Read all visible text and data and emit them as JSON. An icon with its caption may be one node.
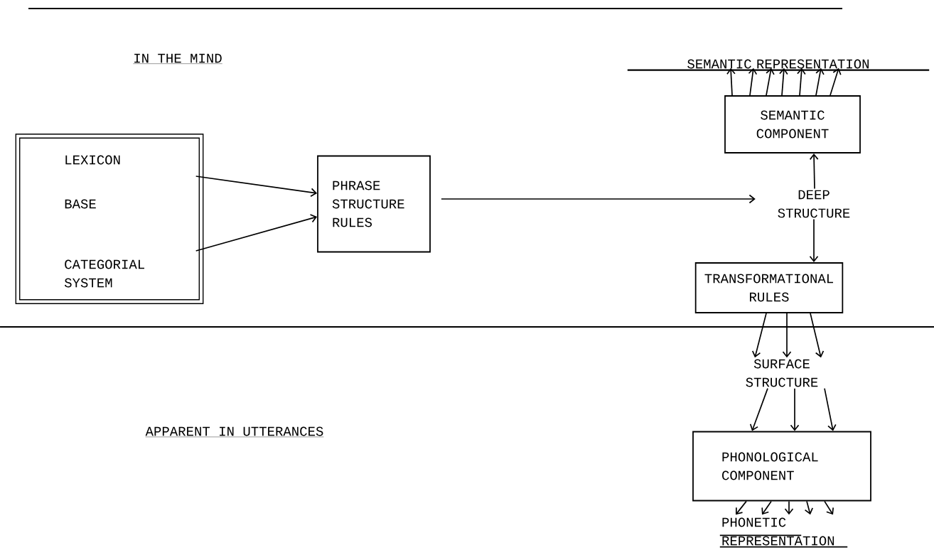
{
  "diagram": {
    "nodes": [
      {
        "text": [
          "LEXICON",
          "BASE",
          "CATEGORIAL SYSTEM"
        ]
      },
      {
        "text": [
          "PHRASE STRUCTURE RULES"
        ]
      },
      {
        "text": [
          "DEEP STRUCTURE"
        ]
      },
      {
        "text": [
          "SEMANTIC COMPONENT"
        ]
      },
      {
        "text": [
          "SEMANTIC REPRESENTATION"
        ]
      },
      {
        "text": [
          "TRANSFORMATIONAL RULES"
        ]
      },
      {
        "text": [
          "SURFACE STRUCTURE"
        ]
      },
      {
        "text": [
          "PHONOLOGICAL COMPONENT"
        ]
      },
      {
        "text": [
          "PHONETIC REPRESENTATION"
        ]
      }
    ],
    "edges": [
      {
        "from": 0,
        "to": 1,
        "arrow": "to"
      },
      {
        "from": 0,
        "to": 1,
        "arrow": "to"
      },
      {
        "from": 1,
        "to": 2,
        "arrow": "to"
      },
      {
        "from": 2,
        "to": 3,
        "arrow": "to"
      },
      {
        "from": 3,
        "to": 4,
        "arrow": "to"
      },
      {
        "from": 3,
        "to": 4,
        "arrow": "to"
      },
      {
        "from": 3,
        "to": 4,
        "arrow": "to"
      },
      {
        "from": 3,
        "to": 4,
        "arrow": "to"
      },
      {
        "from": 3,
        "to": 4,
        "arrow": "to"
      },
      {
        "from": 3,
        "to": 4,
        "arrow": "to"
      },
      {
        "from": 3,
        "to": 4,
        "arrow": "to"
      },
      {
        "from": 2,
        "to": 5,
        "arrow": "to"
      },
      {
        "from": 5,
        "to": 6,
        "arrow": "to"
      },
      {
        "from": 5,
        "to": 6,
        "arrow": "to"
      },
      {
        "from": 5,
        "to": 6,
        "arrow": "to"
      },
      {
        "from": 6,
        "to": 7,
        "arrow": "to"
      },
      {
        "from": 6,
        "to": 7,
        "arrow": "to"
      },
      {
        "from": 6,
        "to": 7,
        "arrow": "to"
      },
      {
        "from": 7,
        "to": 8,
        "arrow": "to"
      },
      {
        "from": 7,
        "to": 8,
        "arrow": "to"
      },
      {
        "from": 7,
        "to": 8,
        "arrow": "to"
      },
      {
        "from": 7,
        "to": 8,
        "arrow": "to"
      },
      {
        "from": 7,
        "to": 8,
        "arrow": "to"
      }
    ],
    "labels": [
      "IN THE MIND",
      "APPARENT IN UTTERANCES"
    ]
  }
}
